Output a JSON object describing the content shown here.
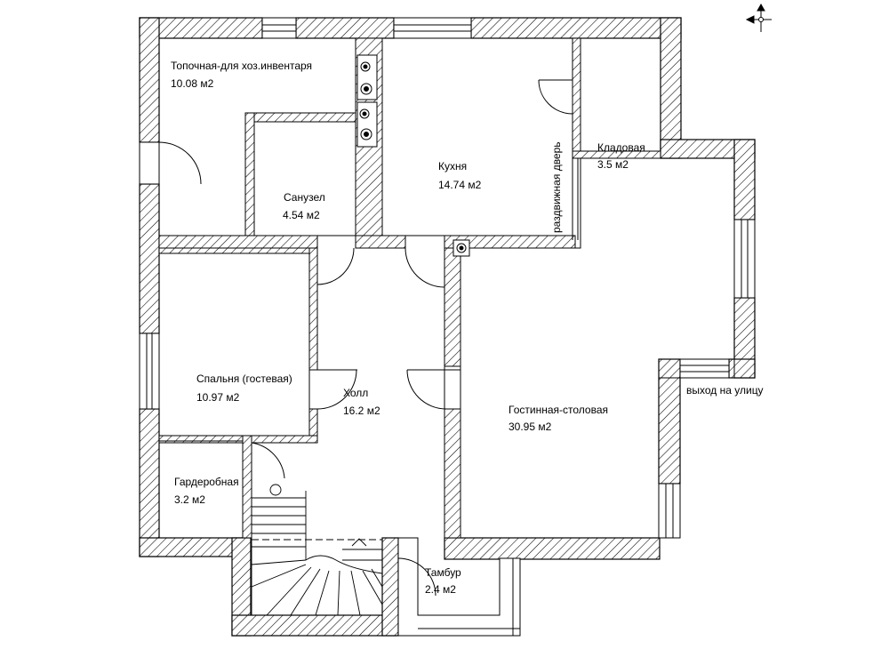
{
  "rooms": [
    {
      "id": "boiler",
      "name": "Топочная-для хоз.инвентаря",
      "area": "10.08 м2"
    },
    {
      "id": "bath",
      "name": "Санузел",
      "area": "4.54 м2"
    },
    {
      "id": "kitchen",
      "name": "Кухня",
      "area": "14.74 м2"
    },
    {
      "id": "pantry",
      "name": "Кладовая",
      "area": "3.5 м2"
    },
    {
      "id": "bedroom",
      "name": "Спальня (гостевая)",
      "area": "10.97 м2"
    },
    {
      "id": "hall",
      "name": "Холл",
      "area": "16.2 м2"
    },
    {
      "id": "wardrobe",
      "name": "Гардеробная",
      "area": "3.2 м2"
    },
    {
      "id": "living",
      "name": "Гостинная-столовая",
      "area": "30.95 м2"
    },
    {
      "id": "vestibule",
      "name": "Тамбур",
      "area": "2.4 м2"
    }
  ],
  "annotations": {
    "sliding_door": "раздвижная дверь",
    "exit": "выход на улицу"
  },
  "colors": {
    "wall_line": "#000000",
    "hatch": "#000000",
    "background": "#ffffff"
  },
  "icons": {
    "compass": "compass-icon",
    "stove": "stove-icon",
    "flue": "chimney-icon"
  }
}
